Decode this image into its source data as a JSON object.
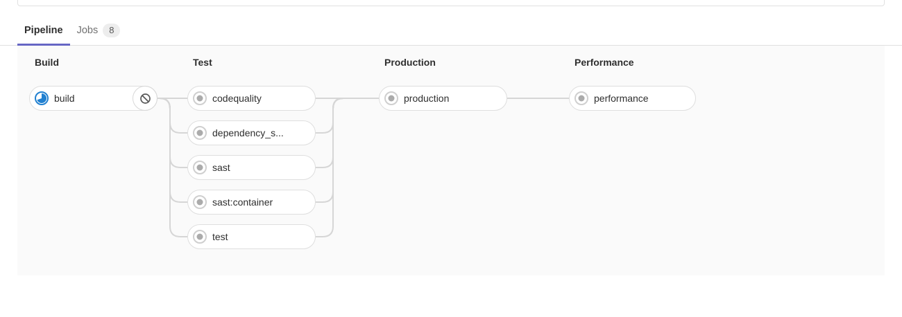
{
  "tabs": [
    {
      "id": "pipeline",
      "label": "Pipeline",
      "active": true
    },
    {
      "id": "jobs",
      "label": "Jobs",
      "badge": "8",
      "active": false
    }
  ],
  "graph": {
    "stages": [
      {
        "name": "Build",
        "jobs": [
          {
            "name": "build",
            "status": "running",
            "status_icon": "running-spinner-icon",
            "action": "cancel",
            "action_icon": "ban-icon"
          }
        ]
      },
      {
        "name": "Test",
        "jobs": [
          {
            "name": "codequality",
            "status": "created",
            "status_icon": "created-status-icon"
          },
          {
            "name": "dependency_s...",
            "status": "created",
            "status_icon": "created-status-icon"
          },
          {
            "name": "sast",
            "status": "created",
            "status_icon": "created-status-icon"
          },
          {
            "name": "sast:container",
            "status": "created",
            "status_icon": "created-status-icon"
          },
          {
            "name": "test",
            "status": "created",
            "status_icon": "created-status-icon"
          }
        ]
      },
      {
        "name": "Production",
        "jobs": [
          {
            "name": "production",
            "status": "created",
            "status_icon": "created-status-icon"
          }
        ]
      },
      {
        "name": "Performance",
        "jobs": [
          {
            "name": "performance",
            "status": "created",
            "status_icon": "created-status-icon"
          }
        ]
      }
    ]
  },
  "colors": {
    "accent_underline": "#6666c4",
    "running_blue": "#2180d0",
    "created_ring_gray": "#cfcfcf",
    "created_dot_gray": "#ababab",
    "ban_icon_gray": "#565656",
    "connector_gray": "#d6d6d6",
    "graph_background": "#fafafa",
    "divider_border": "#e0e0e0",
    "text_dark": "#2e2e2e",
    "text_muted": "#707070"
  }
}
